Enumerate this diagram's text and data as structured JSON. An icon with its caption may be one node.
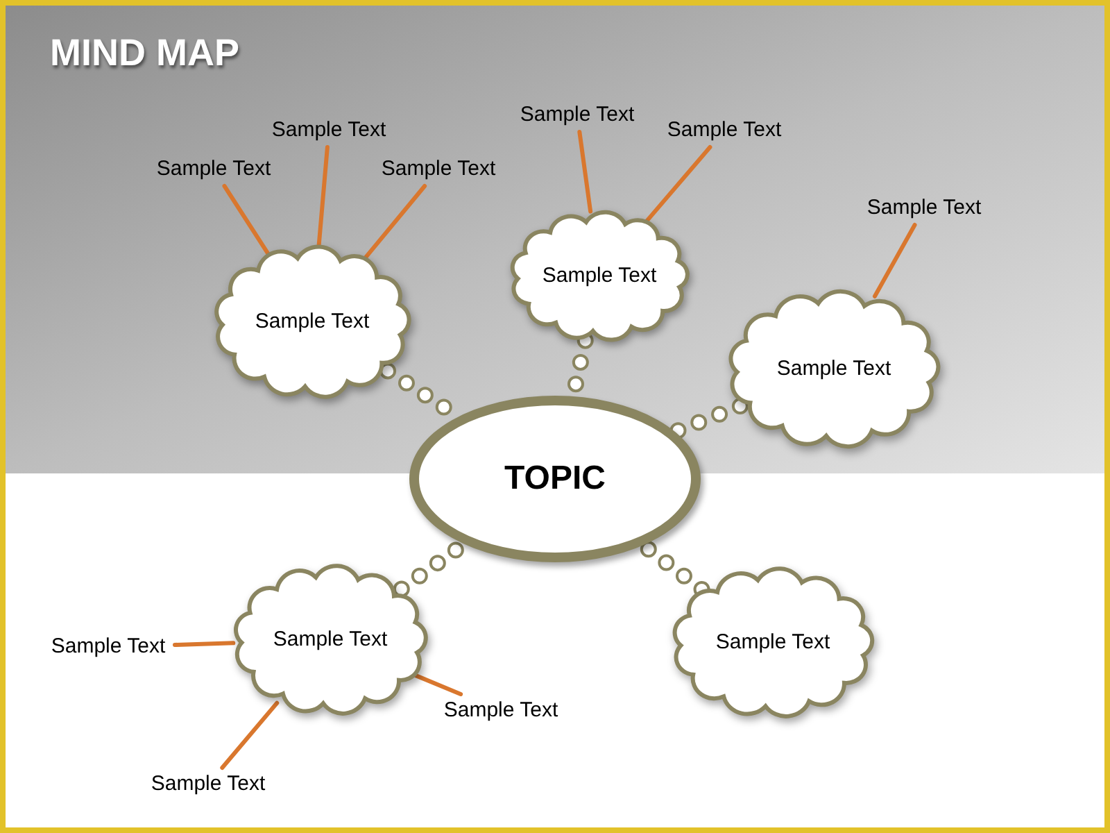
{
  "diagram": {
    "title": "MIND MAP",
    "nodes": [
      {
        "text": [
          "TOPIC"
        ]
      },
      {
        "text": [
          "Sample Text"
        ]
      },
      {
        "text": [
          "Sample Text"
        ]
      },
      {
        "text": [
          "Sample Text"
        ]
      },
      {
        "text": [
          "Sample Text"
        ]
      },
      {
        "text": [
          "Sample Text"
        ]
      },
      {
        "text": [
          "Sample Text"
        ]
      },
      {
        "text": [
          "Sample Text"
        ]
      },
      {
        "text": [
          "Sample Text"
        ]
      },
      {
        "text": [
          "Sample Text"
        ]
      },
      {
        "text": [
          "Sample Text"
        ]
      },
      {
        "text": [
          "Sample Text"
        ]
      },
      {
        "text": [
          "Sample Text"
        ]
      },
      {
        "text": [
          "Sample Text"
        ]
      },
      {
        "text": [
          "Sample Text"
        ]
      }
    ],
    "edges": [
      {
        "from": 1,
        "to": 0,
        "arrow": "none",
        "style": "dashed",
        "color": "#8a8560"
      },
      {
        "from": 2,
        "to": 0,
        "arrow": "none",
        "style": "dashed",
        "color": "#8a8560"
      },
      {
        "from": 3,
        "to": 0,
        "arrow": "none",
        "style": "dashed",
        "color": "#8a8560"
      },
      {
        "from": 4,
        "to": 0,
        "arrow": "none",
        "style": "dashed",
        "color": "#8a8560"
      },
      {
        "from": 5,
        "to": 0,
        "arrow": "none",
        "style": "dashed",
        "color": "#8a8560"
      },
      {
        "from": 6,
        "to": 1,
        "arrow": "none"
      },
      {
        "from": 7,
        "to": 1,
        "arrow": "none"
      },
      {
        "from": 8,
        "to": 1,
        "arrow": "none"
      },
      {
        "from": 9,
        "to": 2,
        "arrow": "none"
      },
      {
        "from": 10,
        "to": 2,
        "arrow": "none"
      },
      {
        "from": 11,
        "to": 3,
        "arrow": "none"
      },
      {
        "from": 12,
        "to": 4,
        "arrow": "none"
      },
      {
        "from": 13,
        "to": 4,
        "arrow": "none"
      },
      {
        "from": 14,
        "to": 4,
        "arrow": "none"
      }
    ]
  }
}
